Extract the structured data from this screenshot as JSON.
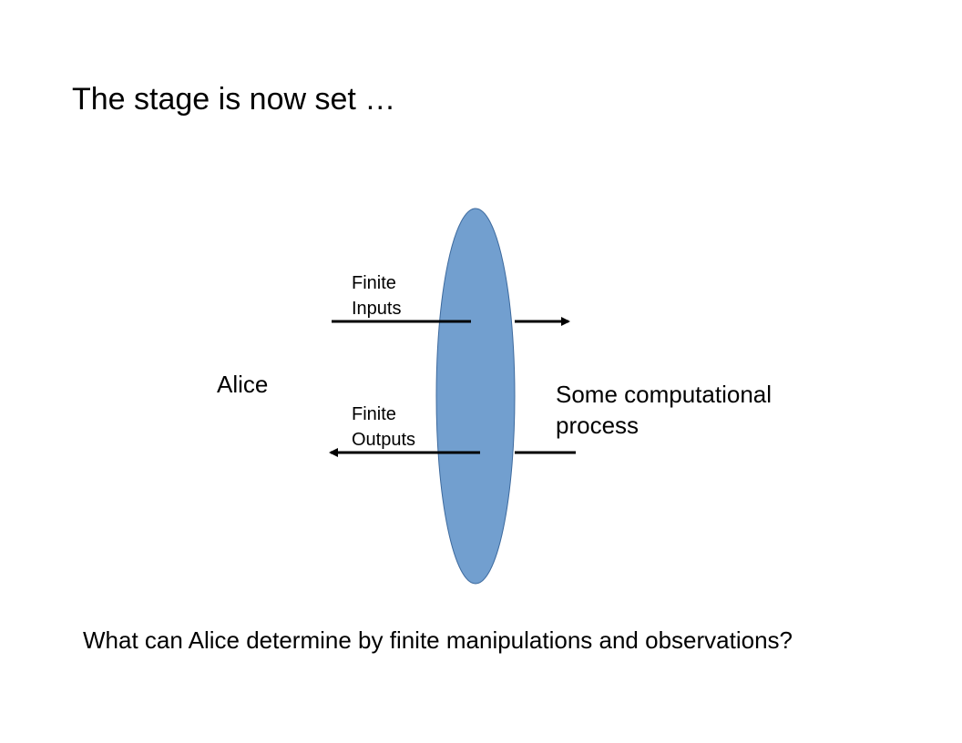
{
  "slide": {
    "title": "The stage is now set …",
    "question": "What can Alice determine by finite manipulations and observations?"
  },
  "diagram": {
    "alice_label": "Alice",
    "process_label_line1": "Some computational",
    "process_label_line2": "process",
    "inputs_label_line1": "Finite",
    "inputs_label_line2": "Inputs",
    "outputs_label_line1": "Finite",
    "outputs_label_line2": "Outputs",
    "colors": {
      "ellipse_fill": "#729fcf",
      "ellipse_stroke": "#3d6a9e",
      "arrow": "#000000"
    }
  }
}
